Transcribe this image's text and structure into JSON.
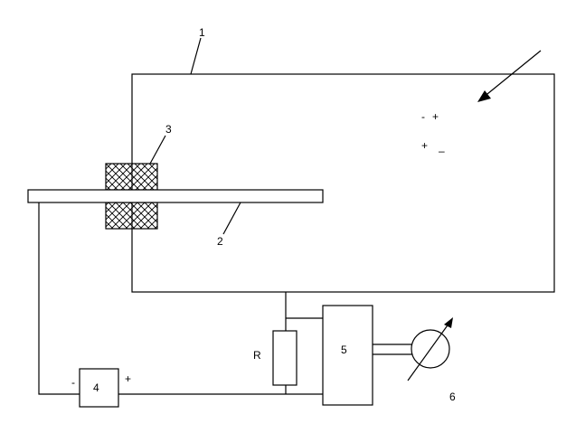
{
  "labels": {
    "chamber": "1",
    "rod": "2",
    "coil": "3",
    "source": "4",
    "amplifier": "5",
    "meter": "6",
    "resistor": "R"
  },
  "charges": {
    "top_left": "-",
    "top_right": "+",
    "bottom_left": "+",
    "bottom_right": "–"
  },
  "source_polarity": {
    "minus": "-",
    "plus": "+"
  },
  "colors": {
    "line": "#000000",
    "background": "#ffffff"
  }
}
